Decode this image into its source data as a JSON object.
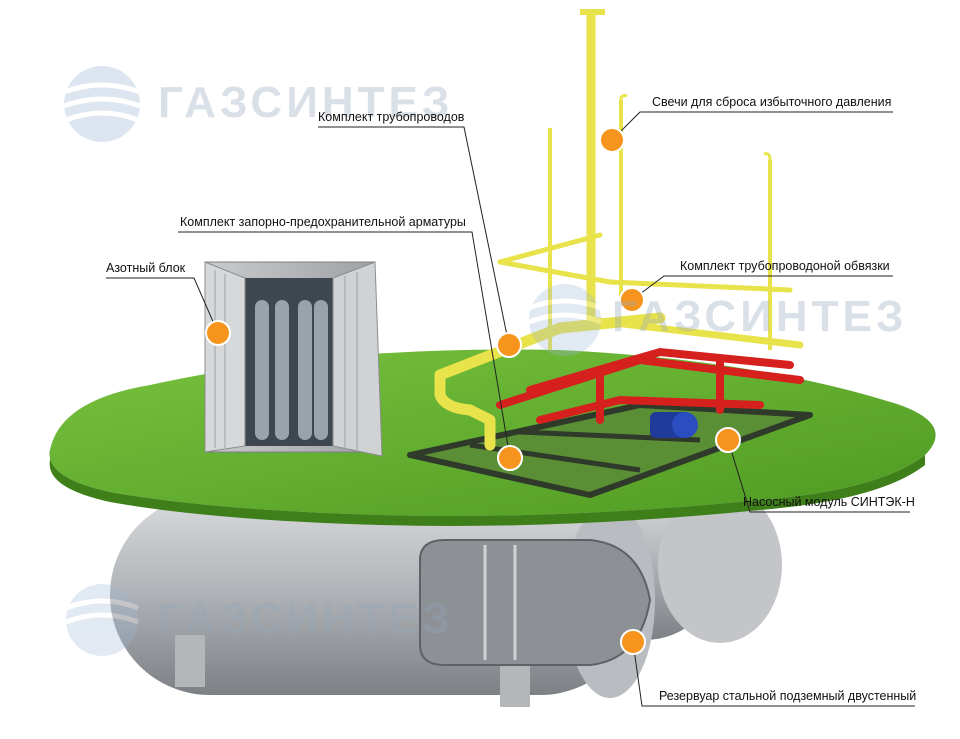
{
  "watermark": {
    "brand": "ГАЗСИНТЕЗ"
  },
  "callouts": {
    "vent_stacks": "Свечи для сброса избыточного давления",
    "pipeline_kit": "Комплект трубопроводов",
    "valve_kit": "Комплект запорно-предохранительной арматуры",
    "nitrogen_unit": "Азотный блок",
    "piping_harness": "Комплект трубопроводоной обвязки",
    "pump_module": "Насосный модуль СИНТЭК-Н",
    "tank": "Резервуар стальной подземный двустенный"
  },
  "colors": {
    "marker": "#f7941d",
    "grass": "#5fae2e",
    "pipe_yellow": "#e8e34a",
    "pipe_red": "#d5201e",
    "tank_gray": "#a9acb0",
    "frame_dark": "#2f3a2a"
  }
}
